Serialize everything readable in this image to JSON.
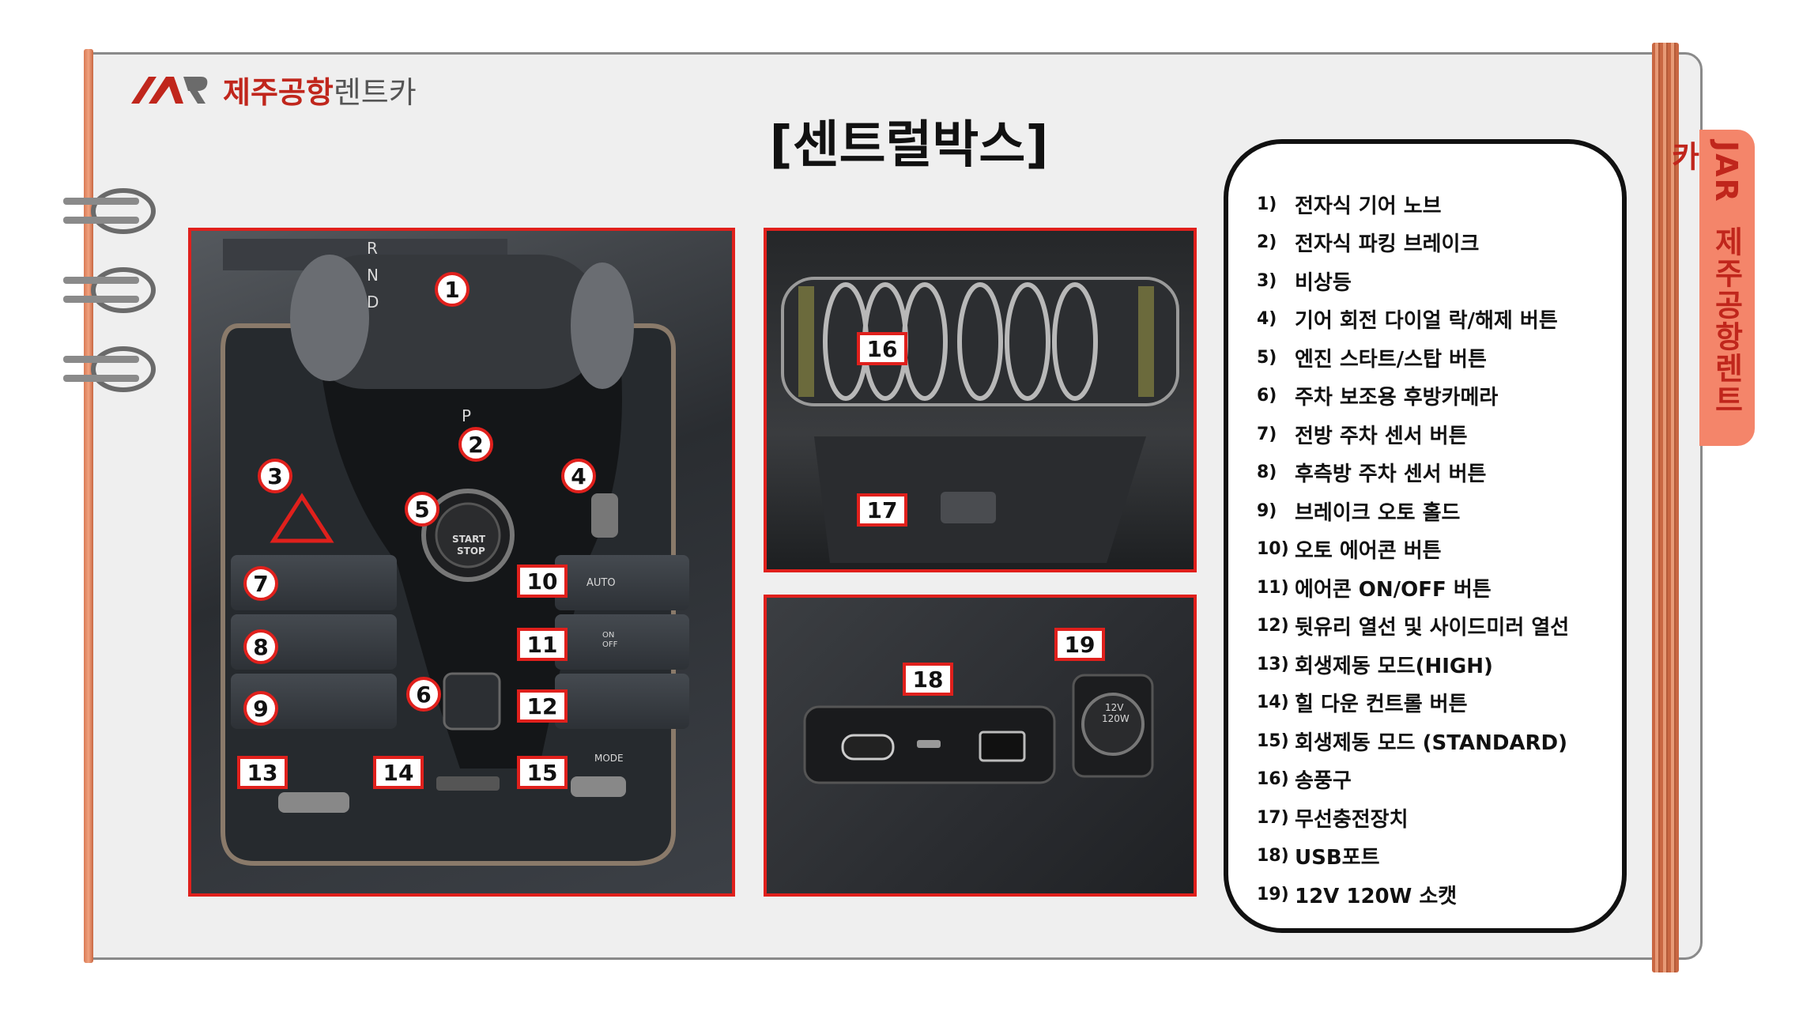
{
  "brand": {
    "logo_mark": "JAR",
    "name_main": "제주공항",
    "name_rest": "렌트카",
    "accent": "#c0261c"
  },
  "title": "[센트럴박스]",
  "side_tab": {
    "logo_mark": "JAR",
    "text": "제주공항렌트카"
  },
  "gear_labels": {
    "r": "R",
    "n": "N",
    "d": "D",
    "p": "P"
  },
  "panel_labels": {
    "start": "START",
    "stop": "STOP",
    "auto": "AUTO",
    "on": "ON",
    "off": "OFF",
    "mode": "MODE",
    "port_12v": "12V",
    "port_120w": "120W"
  },
  "markers": {
    "m1": "1",
    "m2": "2",
    "m3": "3",
    "m4": "4",
    "m5": "5",
    "m6": "6",
    "m7": "7",
    "m8": "8",
    "m9": "9",
    "m10": "10",
    "m11": "11",
    "m12": "12",
    "m13": "13",
    "m14": "14",
    "m15": "15",
    "m16": "16",
    "m17": "17",
    "m18": "18",
    "m19": "19"
  },
  "legend": [
    {
      "num": "1)",
      "text": "전자식 기어 노브"
    },
    {
      "num": "2)",
      "text": "전자식 파킹 브레이크"
    },
    {
      "num": "3)",
      "text": "비상등"
    },
    {
      "num": "4)",
      "text": "기어 회전 다이얼 락/해제 버튼"
    },
    {
      "num": "5)",
      "text": "엔진 스타트/스탑 버튼"
    },
    {
      "num": "6)",
      "text": "주차 보조용 후방카메라"
    },
    {
      "num": "7)",
      "text": "전방 주차 센서 버튼"
    },
    {
      "num": "8)",
      "text": "후측방 주차  센서 버튼"
    },
    {
      "num": "9)",
      "text": "브레이크 오토 홀드"
    },
    {
      "num": "10)",
      "text": "오토 에어콘 버튼"
    },
    {
      "num": "11)",
      "text": "에어콘 ON/OFF 버튼"
    },
    {
      "num": "12)",
      "text": "뒷유리 열선 및 사이드미러 열선"
    },
    {
      "num": "13)",
      "text": "회생제동 모드(HIGH)"
    },
    {
      "num": "14)",
      "text": "힐 다운 컨트롤 버튼"
    },
    {
      "num": "15)",
      "text": "회생제동 모드 (STANDARD)"
    },
    {
      "num": "16)",
      "text": "송풍구"
    },
    {
      "num": "17)",
      "text": "무선충전장치"
    },
    {
      "num": "18)",
      "text": "USB포트"
    },
    {
      "num": "19)",
      "text": "12V 120W 소캣"
    }
  ]
}
